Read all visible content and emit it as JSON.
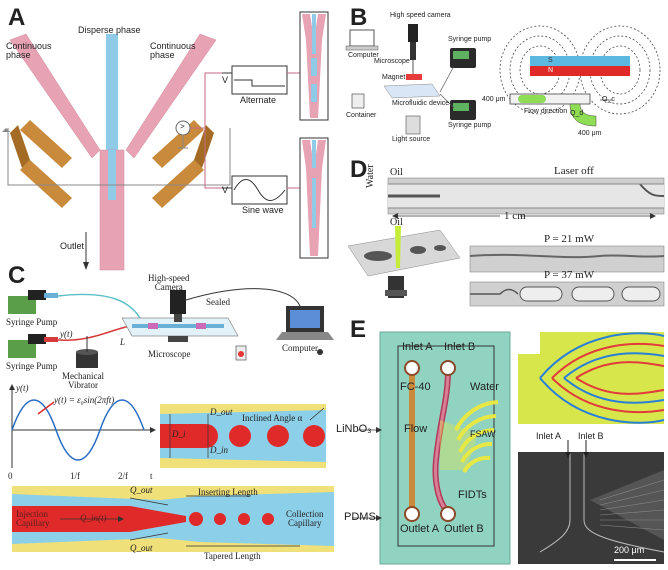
{
  "panelA": {
    "letter": "A",
    "continuous_left": "Continuous\nphase",
    "disperse": "Disperse phase",
    "continuous_right": "Continuous\nphase",
    "outlet": "Outlet",
    "v1": "V",
    "alternate": "Alternate",
    "v2": "V",
    "sine": "Sine wave",
    "op": ">"
  },
  "panelB": {
    "letter": "B",
    "camera": "High speed camera",
    "computer": "Computer",
    "microscope": "Microscope",
    "syringe1": "Syringe pump",
    "magnet": "Magnet",
    "device": "Microfluidic device",
    "container": "Container",
    "light": "Light source",
    "syringe2": "Syringe pump",
    "s": "S",
    "n": "N",
    "um1": "400 μm",
    "flow": "Flow direction",
    "qd": "Q_d",
    "qc": "Q_c",
    "um2": "400 μm"
  },
  "panelC": {
    "letter": "C",
    "camera": "High-speed\nCamera",
    "sealed": "Sealed",
    "syringe1": "Syringe Pump",
    "syringe2": "Syringe Pump",
    "yt": "y(t)",
    "L": "L",
    "vibrator": "Mechanical\nVibrator",
    "microscope": "Microscope",
    "computer": "Computer",
    "formula": "y(t) = ε₀sin(2πft)",
    "axis_y": "y(t)",
    "zero": "0",
    "one_f": "1/f",
    "two_f": "2/f",
    "t": "t",
    "dout": "D_out",
    "di": "D_i",
    "din": "D_in",
    "angle": "Inclined Angle α",
    "qout1": "Q_out",
    "inserting": "Inserting Length",
    "injection": "Injection\nCapillary",
    "qin": "Q_in(t)",
    "collection": "Collection\nCapillary",
    "qout2": "Q_out",
    "tapered": "Tapered Length"
  },
  "panelD": {
    "letter": "D",
    "oil1": "Oil",
    "water": "Water",
    "laser": "Laser off",
    "oil2": "Oil",
    "cm": "1 cm",
    "p1": "P = 21 mW",
    "p2": "P = 37 mW"
  },
  "panelE": {
    "letter": "E",
    "inletA": "Inlet A",
    "inletB": "Inlet B",
    "fc40": "FC-40",
    "water": "Water",
    "flow": "Flow",
    "fsaw": "FSAW",
    "linbo3": "LiNbO₃",
    "fidts": "FIDTs",
    "pdms": "PDMS",
    "outletA": "Outlet A",
    "outletB": "Outlet B",
    "inletA2": "Inlet A",
    "inletB2": "Inlet B",
    "scale": "200 μm"
  },
  "colors": {
    "pink": "#e7a2b4",
    "blue": "#8fcbe6",
    "brown": "#c98a3c",
    "channel_blue": "#66b7e3",
    "channel_red": "#e0322b",
    "chip_green": "#8fd3c0",
    "fsaw_yellow": "#e8e845"
  }
}
